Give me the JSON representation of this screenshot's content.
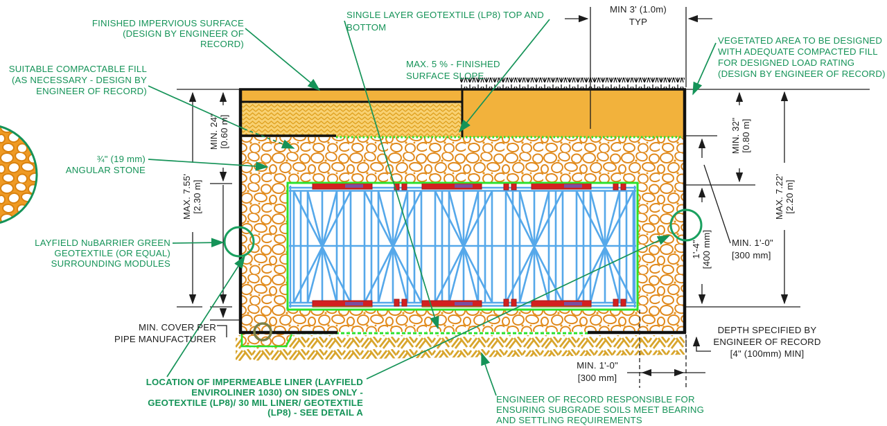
{
  "drawing": {
    "title": "Stormwater storage module cross-section detail",
    "colors": {
      "annotation_green": "#159358",
      "dimension_black": "#1c1c1c",
      "fill_amber": "#f2b23c",
      "fill_hatch_bg": "#f8d172",
      "fill_hatch_line": "#dfa01e",
      "stone_orange": "#e0891c",
      "subgrade_tan": "#d8a52c",
      "module_blue": "#55a8ea",
      "geotextile_green": "#2be22b",
      "plate_red": "#d32020",
      "plate_purple": "#7b4fa0",
      "pipe_olive": "#7d8146",
      "grass_black": "#111111"
    },
    "labels": {
      "finished_impervious": {
        "lines": [
          "FINISHED IMPERVIOUS SURFACE",
          "(DESIGN BY ENGINEER OF",
          "RECORD)"
        ]
      },
      "suitable_fill": {
        "lines": [
          "SUITABLE COMPACTABLE FILL",
          "(AS NECESSARY - DESIGN BY",
          "ENGINEER OF RECORD)"
        ]
      },
      "single_geotextile": {
        "lines": [
          "SINGLE LAYER GEOTEXTILE (LP8) TOP AND",
          "BOTTOM"
        ]
      },
      "max_slope": {
        "lines": [
          "MAX. 5 % - FINISHED",
          "SURFACE SLOPE"
        ]
      },
      "vegetated_area": {
        "lines": [
          "VEGETATED AREA TO BE DESIGNED",
          "WITH ADEQUATE COMPACTED FILL",
          "FOR DESIGNED LOAD RATING",
          "(DESIGN BY ENGINEER OF RECORD)"
        ]
      },
      "angular_stone": {
        "lines": [
          "¾\" (19 mm)",
          "ANGULAR STONE"
        ]
      },
      "layfield_geotextile": {
        "lines": [
          "LAYFIELD  NuBARRIER GREEN",
          "GEOTEXTILE  (OR EQUAL)",
          "SURROUNDING MODULES"
        ]
      },
      "min_cover": {
        "lines": [
          "MIN. COVER PER",
          "PIPE MANUFACTURER"
        ]
      },
      "impermeable_liner": {
        "lines": [
          "LOCATION OF IMPERMEABLE LINER (LAYFIELD",
          "ENVIROLINER 1030) ON SIDES ONLY -",
          "GEOTEXTILE (LP8)/ 30 MIL LINER/ GEOTEXTILE",
          "(LP8) - SEE DETAIL A"
        ]
      },
      "engineer_subgrade": {
        "lines": [
          "ENGINEER OF RECORD RESPONSIBLE FOR",
          "ENSURING SUBGRADE SOILS MEET BEARING",
          "AND SETTLING REQUIREMENTS"
        ]
      },
      "depth_specified": {
        "lines": [
          "DEPTH SPECIFIED BY",
          "ENGINEER OF RECORD",
          "[4\" (100mm) MIN]"
        ]
      }
    },
    "dimensions": {
      "min3_typ": {
        "lines": [
          "MIN 3' (1.0m)",
          "TYP"
        ]
      },
      "min24": {
        "lines": [
          "MIN. 24\"",
          "[0.60 m]"
        ]
      },
      "max755": {
        "lines": [
          "MAX. 7.55'",
          "[2.30 m]"
        ]
      },
      "min32": {
        "lines": [
          "MIN. 32\"",
          "[0.80 m]"
        ]
      },
      "max722": {
        "lines": [
          "MAX. 7.22'",
          "[2.20 m]"
        ]
      },
      "dim_1_4": {
        "lines": [
          "1'-4\"",
          "[400 mm]"
        ]
      },
      "min_1_0_side": {
        "lines": [
          "MIN. 1'-0\"",
          "[300 mm]"
        ]
      },
      "min_1_0_bottom": {
        "lines": [
          "MIN. 1'-0\"",
          "[300 mm]"
        ]
      }
    }
  }
}
